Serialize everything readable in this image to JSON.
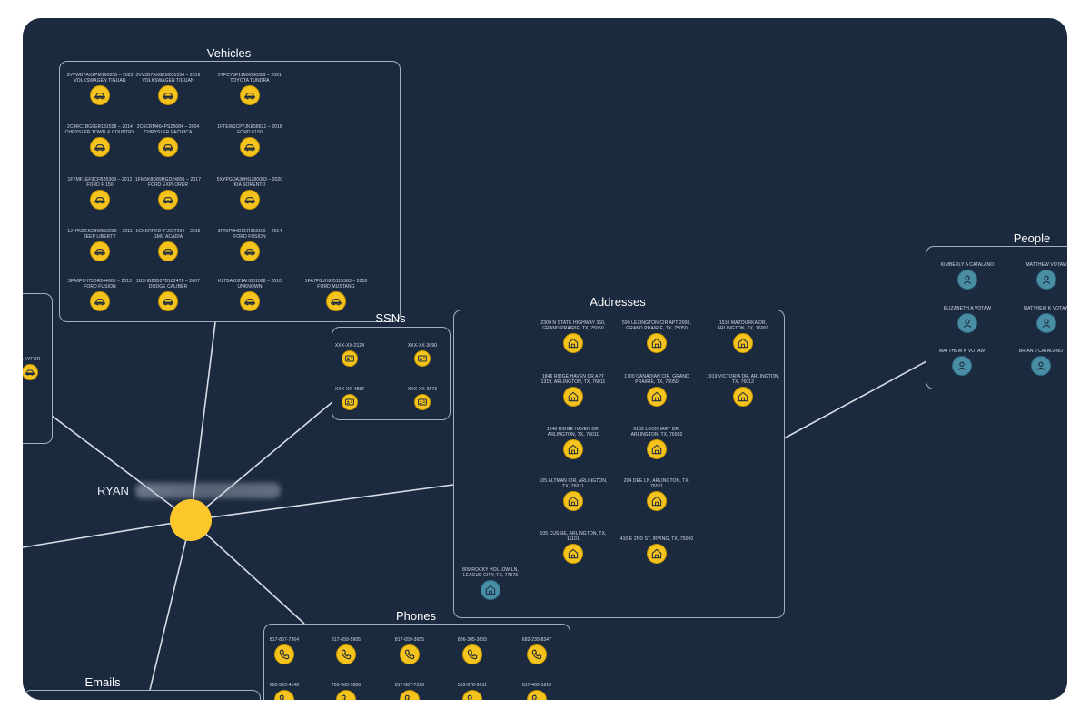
{
  "hub": {
    "label": "RYAN"
  },
  "groups": {
    "vehicles": {
      "title": "Vehicles",
      "nodes": [
        "3VVWB7AX2PM100258 – 2023 VOLKSWAGEN TIGUAN",
        "3VV3B7AX8KM031534 – 2019 VOLKSWAGEN TIGUAN",
        "5TFCY5F11MX030309 – 2021 TOYOTA TUNDRA",
        "2C4RC1BG9ER131508 – 2014 CHRYSLER TOWN & COUNTRY",
        "2C6CRM464PS25684 – 2004 CHRYSLER PACIFICA",
        "1FTEW1CP7JKE58621 – 2018 FORD F150",
        "1FTMF1EF9CFB85309 – 2012 FORD F 150",
        "1FM5K8D89HGD24891 – 2017 FORD EXPLORER",
        "5XYPGDA30HG280083 – 2020 KIA SORENTO",
        "1J4PN2GK2BW552230 – 2011 JEEP LIBERTY",
        "1GKKRPKD4FJ237294 – 2015 GMC ACADIA",
        "3FA6P0HD1ER219106 – 2014 FORD FUSION",
        "3FA6P0H73DR244663 – 2013 FORD FUSION",
        "1B3HB28B27D182478 – 2007 DODGE CALIBER",
        "KL7BA2021AHB01028 – 2010 UNKNOWN",
        "1FA7P8UH8J5115363 – 2018 FORD MUSTANG"
      ]
    },
    "ssns": {
      "title": "SSNs",
      "nodes": [
        "XXX-XX-2124",
        "XXX-XX-3090",
        "XXX-XX-4887",
        "XXX-XX-3673"
      ]
    },
    "addresses": {
      "title": "Addresses",
      "nodes": [
        "2300 N STATE HIGHWAY 360, GRAND PRAIRIE, TX, 75050",
        "590 LEXINGTON CIR APT 2008, GRAND PRAIRIE, TX, 75050",
        "1510 MAZOURKA DR, ARLINGTON, TX, 76001",
        "1846 RIDGE HAVEN DR APT 1319, ARLINGTON, TX, 76011",
        "1700 CANADIAN CIR, GRAND PRAIRIE, TX, 75050",
        "1919 VICTORIA DR, ARLINGTON, TX, 76012",
        "1846 RIDGE HAVEN DR, ARLINGTON, TX, 76011",
        "8102 LOCKHART DR, ARLINGTON, TX, 76002",
        "105 ALTMAN CIR, ARLINGTON, TX, 76011",
        "204 DEE LN, ARLINGTON, TX, 76011",
        "105 CUSSIE, ARLINGTON, TX, 11101",
        "410 E 2ND ST, IRVING, TX, 75060",
        "809 ROCKY HOLLOW LN, LEAGUE CITY, TX, 77573"
      ]
    },
    "people": {
      "title": "People",
      "nodes": [
        "KIMBERLY A CATALANO",
        "MATTHEW VOTAW",
        "ELIZABETH A VOTAW",
        "MATTHEW K VOTAW",
        "MATTHEW K VOTAW",
        "BRIAN J CATALANO"
      ]
    },
    "phones": {
      "title": "Phones",
      "nodes": [
        "817-867-7364",
        "817-659-5905",
        "817-659-3655",
        "806-305-3655",
        "682-239-8347",
        "605-523-4148",
        "703-965-1886",
        "817-867-7398",
        "503-878-9631",
        "817-466-1610"
      ]
    },
    "emails": {
      "title": "Emails"
    },
    "left_cluster": {
      "nodes": [
        "…KYFOR"
      ]
    }
  },
  "colors": {
    "background": "#1c2a3f",
    "node_yellow": "#f5c31d",
    "node_teal": "#4a8ea6",
    "edge": "#d8dee8"
  }
}
